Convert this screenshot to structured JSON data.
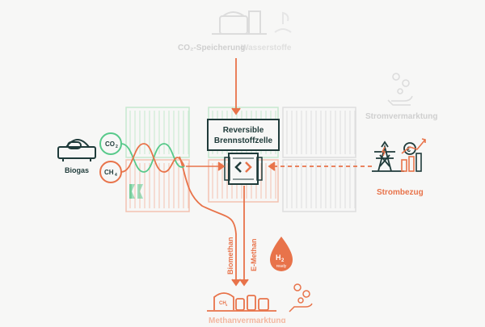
{
  "colors": {
    "dark_green": "#1f3b3a",
    "orange": "#e8734a",
    "light_orange": "#f3b7a0",
    "green": "#57c98a",
    "light_green": "#b8e6c6",
    "faded": "#d6d6d6",
    "background": "#f7f7f6"
  },
  "top": {
    "co2_storage_label": "CO₂-Speicherung",
    "right_faded_label": "Wasserstoffe"
  },
  "center": {
    "line1": "Reversible",
    "line2": "Brennstoffzelle"
  },
  "left": {
    "biogas_label": "Biogas",
    "co2_label": "CO",
    "co2_sub": "2",
    "ch4_label": "CH",
    "ch4_sub": "4"
  },
  "right": {
    "faded_label": "Stromvermarktung",
    "strombezug_label": "Strombezug",
    "euro_symbol": "€"
  },
  "vertical": {
    "biomethan": "Biomethan",
    "emethan": "E-Methan"
  },
  "h2_badge": {
    "h": "H",
    "sub": "2",
    "ready": "ready"
  },
  "bottom": {
    "ch4_label": "CH",
    "ch4_sub": "4",
    "faded_label": "Methanvermarktung"
  },
  "icons": [
    "biogas-plant-icon",
    "power-tower-icon",
    "euro-chart-icon",
    "hand-coins-icon",
    "fuel-cell-icon",
    "h2-drop-icon",
    "logo-mark-icon",
    "storage-tank-icon"
  ]
}
